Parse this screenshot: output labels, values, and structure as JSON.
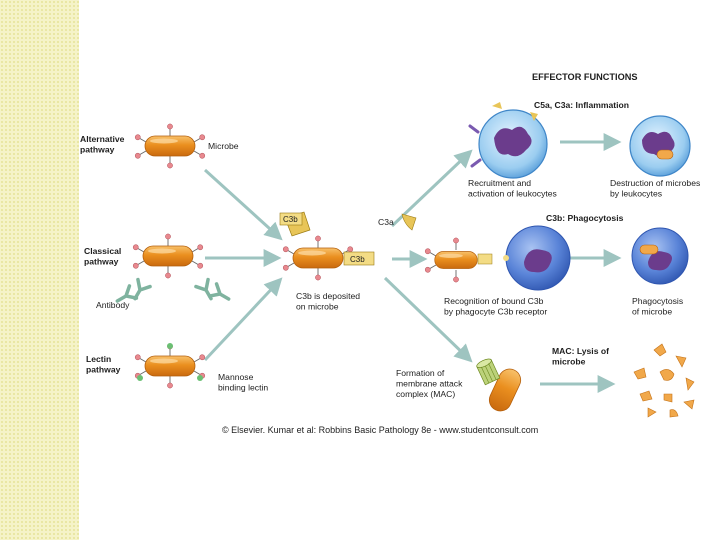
{
  "colors": {
    "stripe": "#f5f3c8",
    "microbe": "#e98d1c",
    "microbe_highlight": "#f7b75a",
    "arrow": "#9ec4c0",
    "leukocyte": "#5a84d8",
    "nucleus": "#6b3c8c",
    "antibody": "#7fb39f"
  },
  "pathways": {
    "alternative": "Alternative\npathway",
    "classical": "Classical\npathway",
    "lectin": "Lectin\npathway"
  },
  "labels": {
    "microbe": "Microbe",
    "antibody": "Antibody",
    "mannose": "Mannose\nbinding lectin",
    "c3b_tag": "C3b",
    "c3b_attached": "C3b",
    "c3b_deposited": "C3b is deposited\non microbe",
    "c3a": "C3a",
    "mac_formation": "Formation of\nmembrane attack\ncomplex (MAC)"
  },
  "effector": {
    "title": "EFFECTOR FUNCTIONS",
    "inflammation_title": "C5a, C3a: Inflammation",
    "recruitment": "Recruitment and\nactivation of leukocytes",
    "destruction": "Destruction of microbes\nby leukocytes",
    "phagocytosis_title": "C3b: Phagocytosis",
    "recognition": "Recognition of bound C3b\nby phagocyte C3b receptor",
    "phagocytosis": "Phagocytosis\nof microbe",
    "mac_title": "MAC: Lysis of\nmicrobe"
  },
  "credit": "© Elsevier. Kumar et al: Robbins Basic Pathology 8e - www.studentconsult.com"
}
